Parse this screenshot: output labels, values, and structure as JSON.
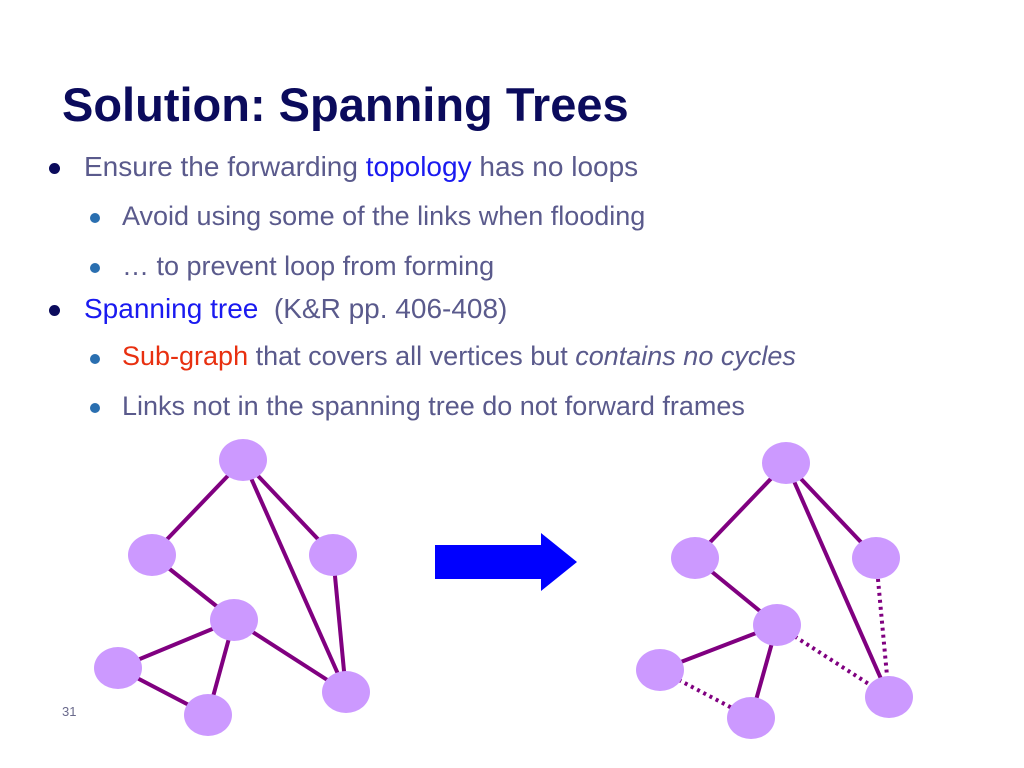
{
  "slide": {
    "title": "Solution: Spanning Trees",
    "bullets": {
      "b1": {
        "pre": "Ensure the forwarding ",
        "highlight": "topology",
        "post": " has no loops",
        "sub": [
          "Avoid using some of the links when flooding",
          "… to prevent loop from forming"
        ]
      },
      "b2": {
        "highlight": "Spanning tree",
        "post": "  (K&R pp. 406-408)",
        "sub1": {
          "highlight": "Sub-graph",
          "pre": " that covers all vertices but ",
          "italic": "contains no cycles"
        },
        "sub2": "Links not in the spanning tree do not forward frames"
      }
    },
    "slide_number": "31"
  },
  "colors": {
    "title": "#0b0b5c",
    "body_text": "#5a5a8c",
    "highlight_blue": "#1a1af0",
    "highlight_red": "#e83010",
    "node_fill": "#cc99ff",
    "edge": "#800080",
    "arrow": "#0000ff"
  }
}
